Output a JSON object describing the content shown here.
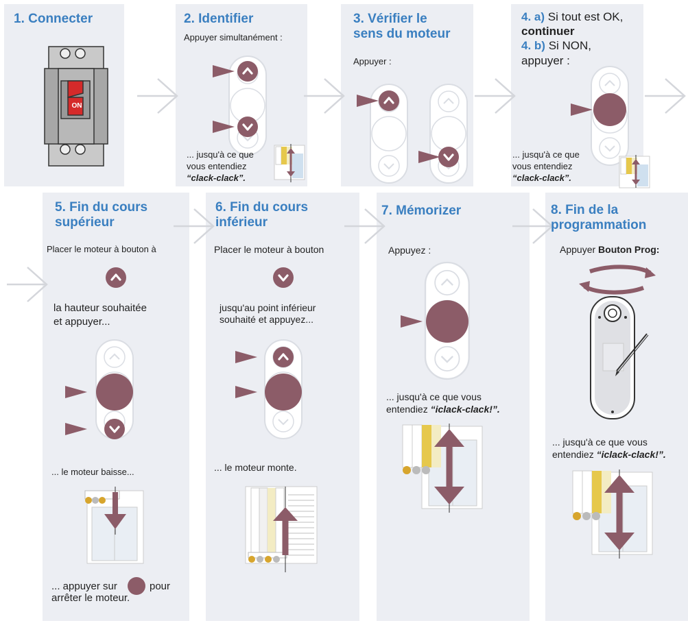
{
  "colors": {
    "accent": "#3a7fc0",
    "button": "#8c5c68",
    "panel": "#eceef3",
    "arrow": "#d4d6db",
    "red": "#d52a2a",
    "yellow": "#e6c84c",
    "cream": "#f3ecc3"
  },
  "steps": {
    "s1": {
      "title": "1. Connecter",
      "switch_label": "ON"
    },
    "s2": {
      "title": "2. Identifier",
      "instruction": "Appuyer simultanément :",
      "wait1": "... jusqu'à ce que",
      "wait2": "vous entendiez",
      "sound": "“clack-clack”."
    },
    "s3": {
      "title1": "3. Vérifier le",
      "title2": "sens du moteur",
      "instruction": "Appuyer :"
    },
    "s4": {
      "label_a": "4. a)",
      "text_a1": "Si tout est OK,",
      "text_a2": "continuer",
      "label_b": "4. b)",
      "text_b1": "Si NON,",
      "text_b2": "appuyer :",
      "wait1": "... jusqu'à ce que",
      "wait2": "vous entendiez",
      "sound": "“clack-clack”."
    },
    "s5": {
      "title1": "5. Fin du cours",
      "title2": "supérieur",
      "text1": "Placer le moteur à bouton à",
      "text2": "la hauteur souhaitée",
      "text3": "et appuyer...",
      "text4": "... le moteur baisse...",
      "text5a": "... appuyer sur",
      "text5b": "pour",
      "text6": "arrêter le moteur."
    },
    "s6": {
      "title1": "6. Fin du cours",
      "title2": "inférieur",
      "text1": "Placer le moteur à bouton",
      "text2": "jusqu'au point inférieur",
      "text3": "souhaité et appuyez...",
      "text4": "... le moteur monte."
    },
    "s7": {
      "title": "7. Mémorizer",
      "text1": "Appuyez :",
      "wait1": "... jusqu'à ce que vous",
      "wait2": "entendiez",
      "sound": "“iclack-clack!”."
    },
    "s8": {
      "title1": "8. Fin de la",
      "title2": "programmation",
      "instr_a": "Appuyer",
      "instr_b": "Bouton Prog:",
      "wait1": "... jusqu'à ce que vous",
      "wait2": "entendiez",
      "sound": "“iclack-clack!”."
    }
  }
}
